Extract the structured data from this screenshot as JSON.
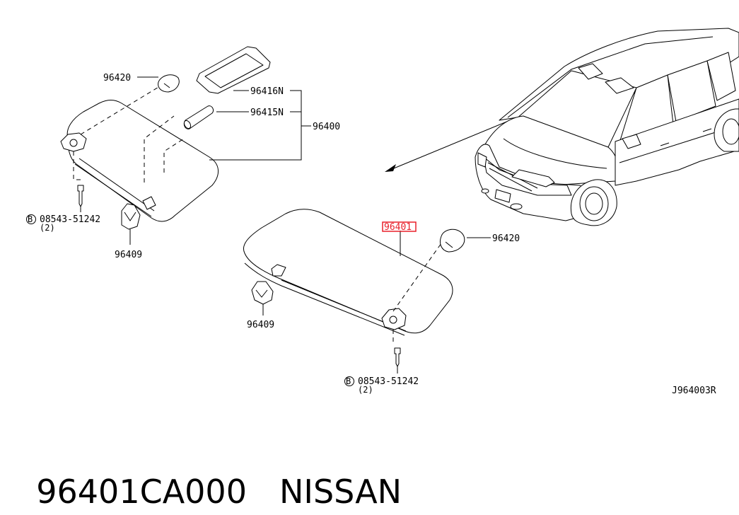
{
  "diagram": {
    "labels": {
      "cap_upper": "96420",
      "mirror_lid": "96416N",
      "lamp": "96415N",
      "visor_assy": "96400",
      "bolt_upper_code": "08543-51242",
      "bolt_upper_qty": "(2)",
      "clip_upper": "96409",
      "visor_highlight": "96401",
      "cap_lower": "96420",
      "clip_lower": "96409",
      "bolt_lower_code": "08543-51242",
      "bolt_lower_qty": "(2)",
      "diagram_id": "J964003R"
    },
    "bolt_marker": "B",
    "highlight_color": "#e8202a"
  },
  "footer": {
    "part_number": "96401CA000",
    "brand": "NISSAN"
  }
}
